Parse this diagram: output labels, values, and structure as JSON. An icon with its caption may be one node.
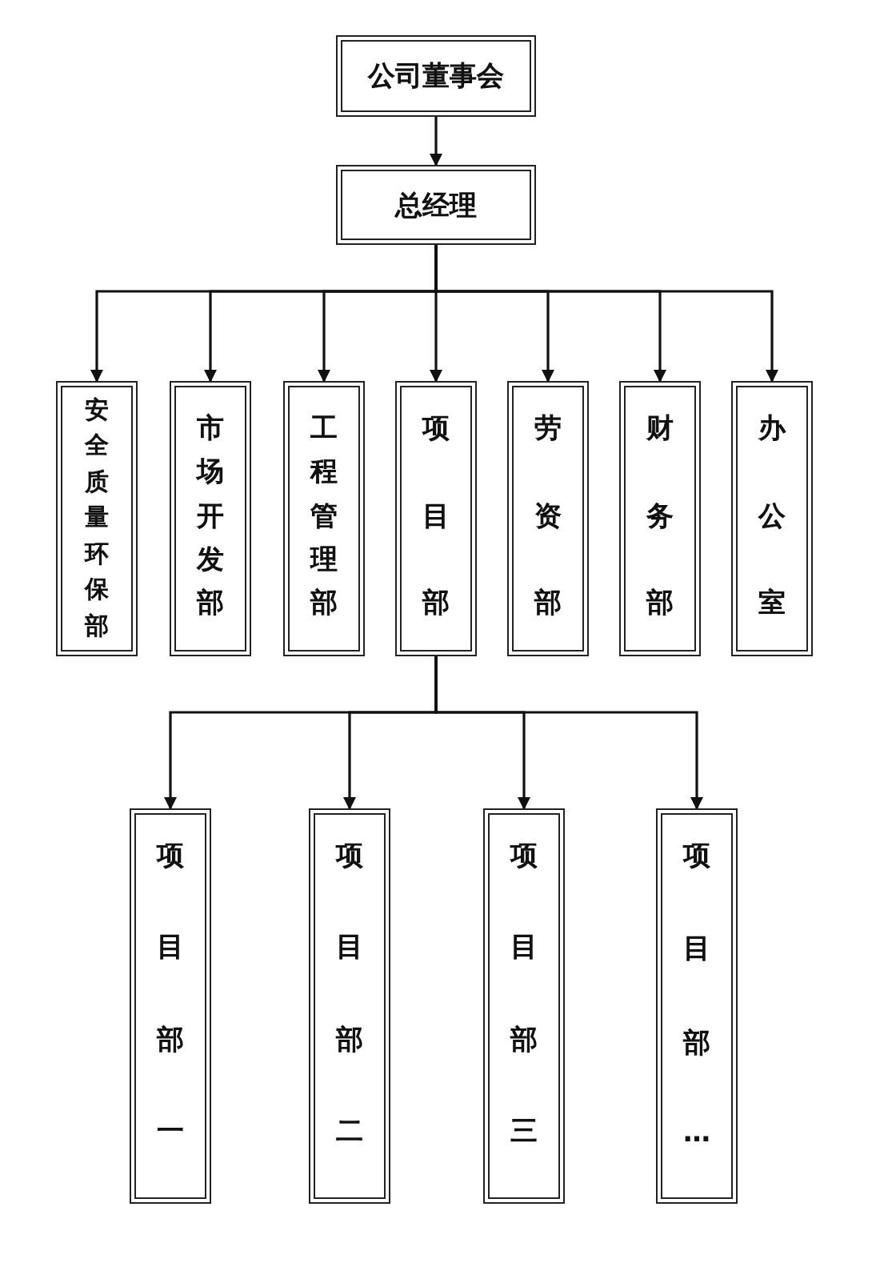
{
  "diagram": {
    "nodes": [
      {
        "text": [
          "公司董事会"
        ]
      },
      {
        "text": [
          "总经理"
        ]
      },
      {
        "text": [
          "安全质量环保部"
        ]
      },
      {
        "text": [
          "市场开发部"
        ]
      },
      {
        "text": [
          "工程管理部"
        ]
      },
      {
        "text": [
          "项目部"
        ]
      },
      {
        "text": [
          "劳资部"
        ]
      },
      {
        "text": [
          "财务部"
        ]
      },
      {
        "text": [
          "办公室"
        ]
      },
      {
        "text": [
          "项目部一"
        ]
      },
      {
        "text": [
          "项目部二"
        ]
      },
      {
        "text": [
          "项目部三"
        ]
      },
      {
        "text": [
          "项目部…"
        ]
      }
    ],
    "edges": [
      {
        "from": 0,
        "to": 1,
        "arrow": "to"
      },
      {
        "from": 1,
        "to": 2,
        "arrow": "to"
      },
      {
        "from": 1,
        "to": 3,
        "arrow": "to"
      },
      {
        "from": 1,
        "to": 4,
        "arrow": "to"
      },
      {
        "from": 1,
        "to": 5,
        "arrow": "to"
      },
      {
        "from": 1,
        "to": 6,
        "arrow": "to"
      },
      {
        "from": 1,
        "to": 7,
        "arrow": "to"
      },
      {
        "from": 1,
        "to": 8,
        "arrow": "to"
      },
      {
        "from": 5,
        "to": 9,
        "arrow": "to"
      },
      {
        "from": 5,
        "to": 10,
        "arrow": "to"
      },
      {
        "from": 5,
        "to": 11,
        "arrow": "to"
      },
      {
        "from": 5,
        "to": 12,
        "arrow": "to"
      }
    ]
  }
}
